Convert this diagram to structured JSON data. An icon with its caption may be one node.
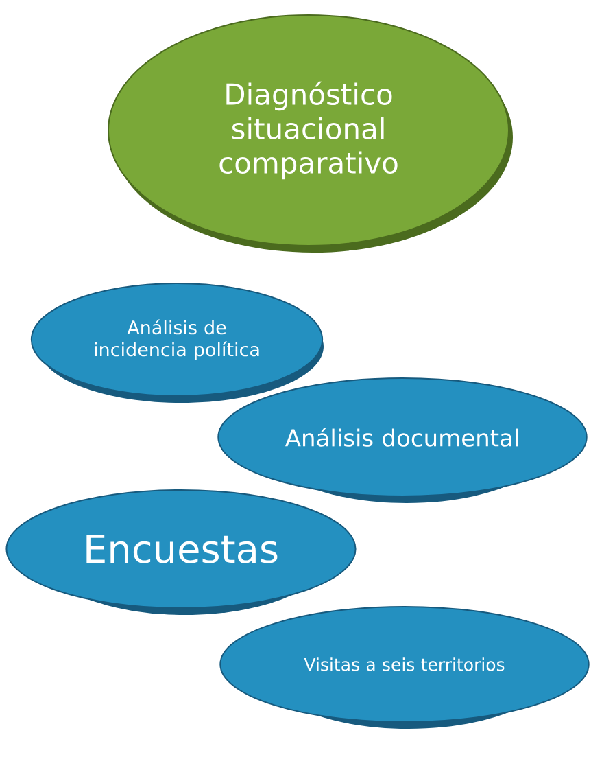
{
  "diagram": {
    "nodes": [
      {
        "text": [
          "Diagnóstico situacional comparativo"
        ]
      },
      {
        "text": [
          "Análisis de incidencia política"
        ]
      },
      {
        "text": [
          "Análisis documental"
        ]
      },
      {
        "text": [
          "Encuestas"
        ]
      },
      {
        "text": [
          "Visitas a seis territorios"
        ]
      }
    ]
  }
}
